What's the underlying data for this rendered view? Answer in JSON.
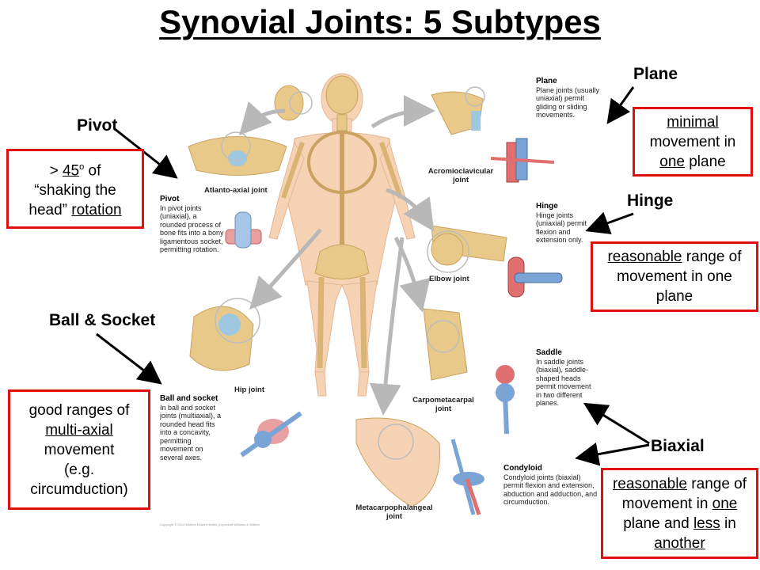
{
  "title": "Synovial Joints: 5 Subtypes",
  "labels": {
    "pivot": "Pivot",
    "plane": "Plane",
    "hinge": "Hinge",
    "ball_socket": "Ball & Socket",
    "biaxial": "Biaxial"
  },
  "boxes": {
    "pivot": {
      "pre": "> ",
      "angle": "45",
      "sup": "o",
      "post": " of",
      "line2": "“shaking the",
      "line3a": "head” ",
      "line3b": "rotation"
    },
    "plane": {
      "line1": "minimal",
      "line2": "movement in",
      "line3a": "one",
      "line3b": " plane"
    },
    "hinge": {
      "line1a": "reasonable",
      "line1b": " range of",
      "line2": "movement in one",
      "line3": "plane"
    },
    "ball": {
      "line1": "good ranges of",
      "line2": "multi-axial",
      "line3": "movement",
      "line4": "(e.g.",
      "line5": "circumduction)"
    },
    "biaxial": {
      "line1a": "reasonable",
      "line1b": " range of",
      "line2a": "movement in ",
      "line2b": "one",
      "line3a": "plane and ",
      "line3b": "less",
      "line3c": " in",
      "line4": "another"
    }
  },
  "figure_text": {
    "atlanto": "Atlanto-axial joint",
    "pivot_head": "Pivot",
    "pivot_desc": "In pivot joints (uniaxial), a rounded process of bone fits into a bony ligamentous socket, permitting rotation.",
    "plane_head": "Plane",
    "plane_desc": "Plane joints (usually uniaxial) permit gliding or sliding movements.",
    "acromio": "Acromioclavicular joint",
    "hinge_head": "Hinge",
    "hinge_desc": "Hinge joints (uniaxial) permit flexion and extension only.",
    "elbow": "Elbow joint",
    "hip": "Hip joint",
    "ball_head": "Ball and socket",
    "ball_desc": "In ball and socket joints (multiaxial), a rounded head fits into a concavity, permitting movement on several axes.",
    "carpo": "Carpometacarpal joint",
    "saddle_head": "Saddle",
    "saddle_desc": "In saddle joints (biaxial), saddle-shaped heads permit movement in two different planes.",
    "condyloid_head": "Condyloid",
    "condyloid_desc": "Condyloid joints (biaxial) permit flexion and extension, abduction and adduction, and circumduction.",
    "metacarpo": "Metacarpophalangeal joint",
    "copyright": "Copyright © 2014 Wolters Kluwer Health | Lippincott Williams & Wilkins"
  },
  "colors": {
    "box_border": "#e01010",
    "bone": "#e8c98a",
    "skin": "#f6d3b5",
    "cartilage": "#9ec7e0",
    "arrow": "#b8b8b8"
  }
}
